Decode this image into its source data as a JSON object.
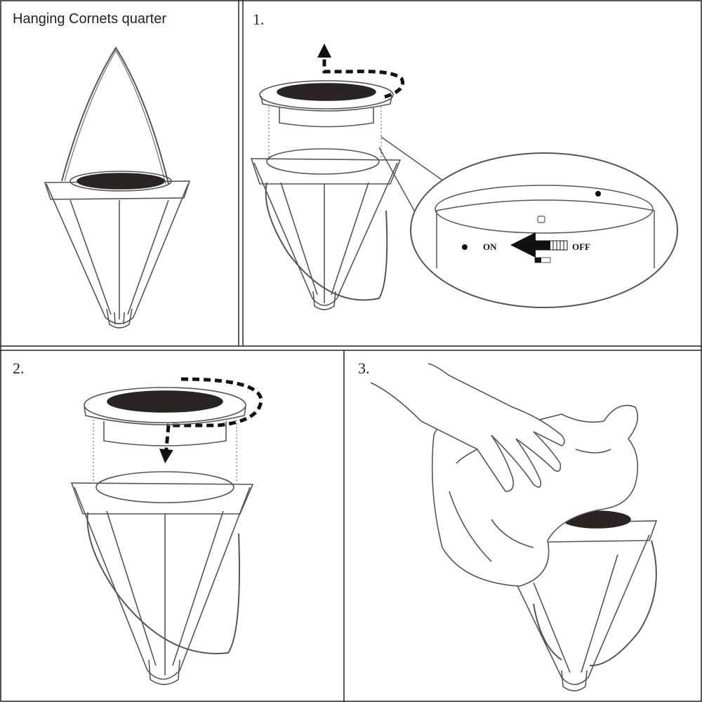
{
  "panels": {
    "intro": {
      "title": "Hanging Cornets quarter"
    },
    "step1": {
      "number": "1.",
      "switch_on_label": "ON",
      "switch_off_label": "OFF"
    },
    "step2": {
      "number": "2."
    },
    "step3": {
      "number": "3."
    }
  },
  "colors": {
    "line": "#4a4a4a",
    "panel_border": "#222222",
    "solar_panel": "#2b2424",
    "background": "#ffffff"
  }
}
